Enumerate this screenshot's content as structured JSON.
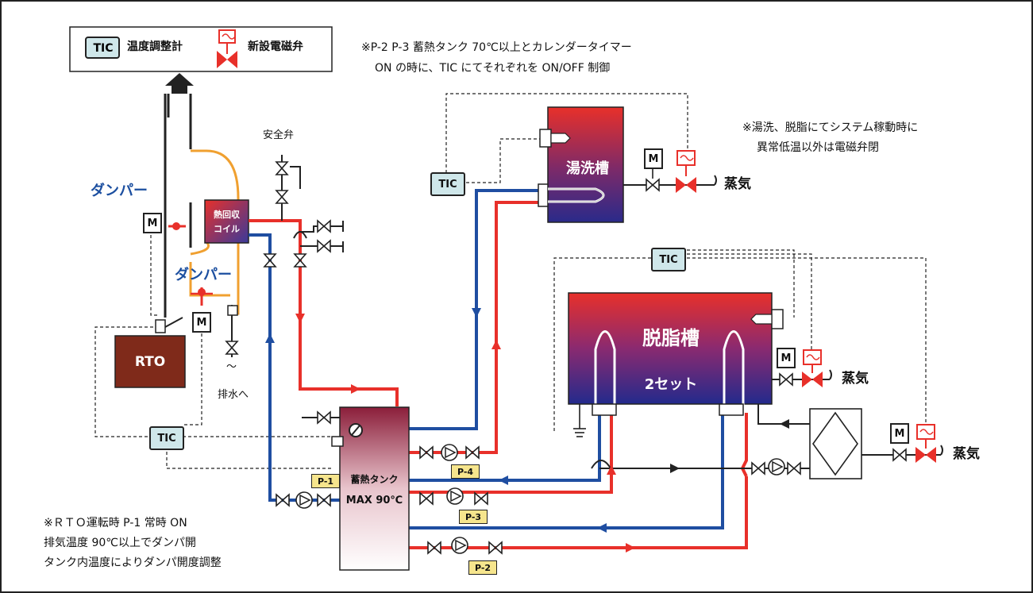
{
  "legend": {
    "tic_label": "TIC",
    "tic_desc": "温度調整計",
    "valve_desc": "新設電磁弁"
  },
  "notes": {
    "top_line1": "※P-2 P-3 蓄熱タンク 70℃以上とカレンダータイマー",
    "top_line2": "ON の時に、TIC にてそれぞれを ON/OFF 制御",
    "right_line1": "※湯洗、脱脂にてシステム稼動時に",
    "right_line2": "異常低温以外は電磁弁閉",
    "bottom_line1": "※ＲＴＯ運転時 P-1 常時 ON",
    "bottom_line2": "排気温度 90℃以上でダンパ開",
    "bottom_line3": "タンク内温度によりダンパ開度調整"
  },
  "equipment": {
    "rto": "RTO",
    "coil": "熱回収\nコイル",
    "coil_line1": "熱回収",
    "coil_line2": "コイル",
    "yusen": "湯洗槽",
    "dashi": "脱脂槽",
    "dashi_sets": "2セット",
    "tank": "蓄熱タンク",
    "tank_max": "MAX 90℃"
  },
  "labels": {
    "damper1": "ダンパー",
    "damper2": "ダンパー",
    "safety_valve": "安全弁",
    "drain": "排水へ",
    "tilde": "～",
    "steam1": "蒸気",
    "steam2": "蒸気",
    "steam3": "蒸気",
    "m": "M",
    "tic": "TIC"
  },
  "pumps": {
    "p1": "P-1",
    "p2": "P-2",
    "p3": "P-3",
    "p4": "P-4"
  },
  "colors": {
    "hot": "#e8302a",
    "cold": "#1f4ea1",
    "exhaust": "#f0a030",
    "tic_fill": "#cfe7ea",
    "pump_tag": "#f6e58d",
    "rto": "#7f2a1a"
  }
}
